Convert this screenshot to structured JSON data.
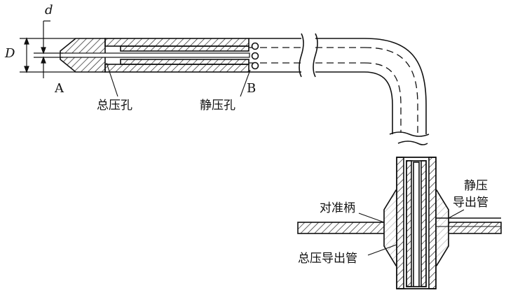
{
  "labels": {
    "d": "d",
    "D": "D",
    "A": "A",
    "B": "B",
    "total_pressure_hole": "总压孔",
    "static_pressure_hole": "静压孔",
    "alignment_handle": "对准柄",
    "static_pressure_tube_line1": "静压",
    "static_pressure_tube_line2": "导出管",
    "total_pressure_tube": "总压导出管"
  }
}
